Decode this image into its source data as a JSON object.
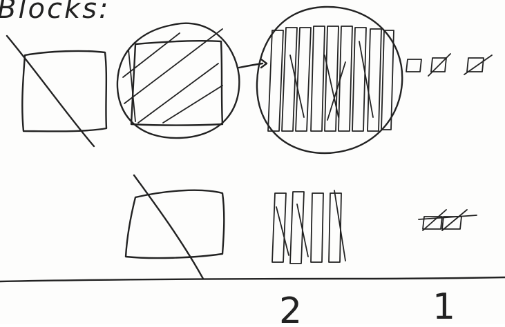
{
  "title": "Blocks:",
  "labels": {
    "tens_column": "2",
    "ones_column": "1"
  },
  "colors": {
    "ink": "#222222",
    "paper": "#fdfdfc"
  }
}
